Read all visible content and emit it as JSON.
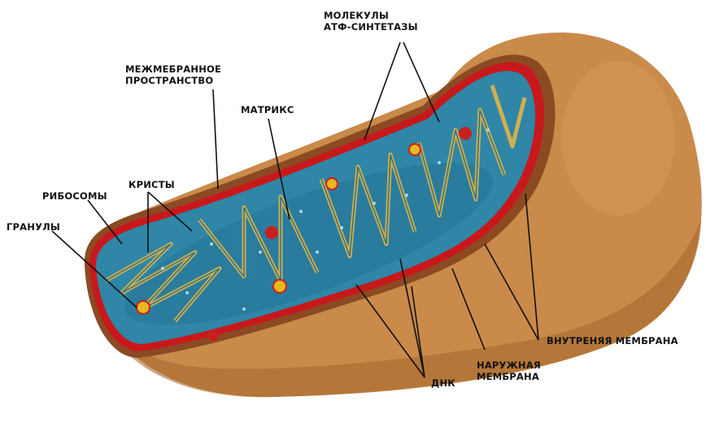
{
  "labels": {
    "atp_synthase": [
      "МОЛЕКУЛЫ",
      "АТФ-СИНТЕТАЗЫ"
    ],
    "intermembrane": [
      "МЕЖМЕБРАННОЕ",
      "ПРОСТРАНСТВО"
    ],
    "matrix": "МАТРИКС",
    "cristae": "КРИСТЫ",
    "ribosomes": "РИБОСОМЫ",
    "granules": "ГРАНУЛЫ",
    "inner_membrane": "ВНУТРЕНЯЯ МЕМБРАНА",
    "outer_membrane": [
      "НАРУЖНАЯ",
      "МЕМБРАНА"
    ],
    "dna": "ДНК"
  },
  "colors": {
    "outer_body": "#c98a4a",
    "outer_shadow": "#a8692e",
    "cut_wall": "#8b4a22",
    "membrane_rim": "#c8181c",
    "matrix": "#2f86a6",
    "matrix_dark": "#1f6b8c",
    "crista_line": "#d9b24a",
    "granule": "#e8b81e",
    "granule_red": "#c8201e",
    "leader": "#111111"
  }
}
